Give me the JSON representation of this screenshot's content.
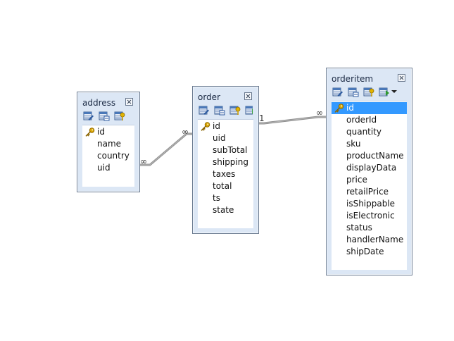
{
  "tables": [
    {
      "id": "address",
      "title": "address",
      "fields": [
        {
          "name": "id",
          "primary_key": true,
          "selected": false
        },
        {
          "name": "name",
          "primary_key": false,
          "selected": false
        },
        {
          "name": "country",
          "primary_key": false,
          "selected": false
        },
        {
          "name": "uid",
          "primary_key": false,
          "selected": false
        }
      ]
    },
    {
      "id": "order",
      "title": "order",
      "fields": [
        {
          "name": "id",
          "primary_key": true,
          "selected": false
        },
        {
          "name": "uid",
          "primary_key": false,
          "selected": false
        },
        {
          "name": "subTotal",
          "primary_key": false,
          "selected": false
        },
        {
          "name": "shipping",
          "primary_key": false,
          "selected": false
        },
        {
          "name": "taxes",
          "primary_key": false,
          "selected": false
        },
        {
          "name": "total",
          "primary_key": false,
          "selected": false
        },
        {
          "name": "ts",
          "primary_key": false,
          "selected": false
        },
        {
          "name": "state",
          "primary_key": false,
          "selected": false
        }
      ]
    },
    {
      "id": "orderitem",
      "title": "orderitem",
      "fields": [
        {
          "name": "id",
          "primary_key": true,
          "selected": true
        },
        {
          "name": "orderId",
          "primary_key": false,
          "selected": false
        },
        {
          "name": "quantity",
          "primary_key": false,
          "selected": false
        },
        {
          "name": "sku",
          "primary_key": false,
          "selected": false
        },
        {
          "name": "productName",
          "primary_key": false,
          "selected": false
        },
        {
          "name": "displayData",
          "primary_key": false,
          "selected": false
        },
        {
          "name": "price",
          "primary_key": false,
          "selected": false
        },
        {
          "name": "retailPrice",
          "primary_key": false,
          "selected": false
        },
        {
          "name": "isShippable",
          "primary_key": false,
          "selected": false
        },
        {
          "name": "isElectronic",
          "primary_key": false,
          "selected": false
        },
        {
          "name": "status",
          "primary_key": false,
          "selected": false
        },
        {
          "name": "handlerName",
          "primary_key": false,
          "selected": false
        },
        {
          "name": "shipDate",
          "primary_key": false,
          "selected": false
        }
      ]
    }
  ],
  "relationships": [
    {
      "from": "order",
      "to": "address",
      "from_label": "∞",
      "to_label": "∞"
    },
    {
      "from": "order",
      "to": "orderitem",
      "from_label": "1",
      "to_label": "∞"
    }
  ],
  "icons": {
    "close": "close-icon",
    "toolbar": [
      "table-properties-icon",
      "view-data-icon",
      "key-manage-icon",
      "add-column-icon"
    ],
    "primary_key": "primary-key-icon"
  },
  "colors": {
    "box_bg": "#dce7f5",
    "box_border": "#6f7f94",
    "selection": "#3399ff",
    "connector": "#8e8e8e",
    "key": "#d9a400"
  }
}
